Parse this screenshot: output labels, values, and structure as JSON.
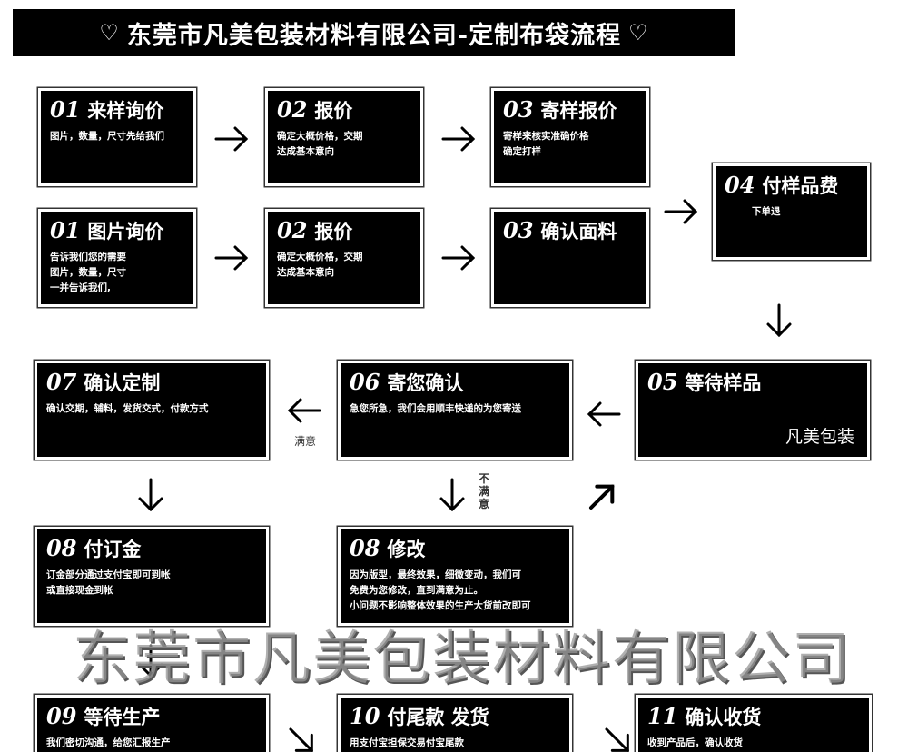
{
  "title": {
    "text": "东莞市凡美包装材料有限公司-定制布袋流程",
    "heart_icon": "♡"
  },
  "steps": {
    "s01a": {
      "num": "01",
      "head": "来样询价",
      "desc": "图片，数量，尺寸先给我们"
    },
    "s02a": {
      "num": "02",
      "head": "报价",
      "desc": "确定大概价格，交期\n达成基本意向"
    },
    "s03a": {
      "num": "03",
      "head": "寄样报价",
      "desc": "寄样来核实准确价格\n确定打样"
    },
    "s01b": {
      "num": "01",
      "head": "图片询价",
      "desc": "告诉我们您的需要\n图片，数量，尺寸\n一并告诉我们,"
    },
    "s02b": {
      "num": "02",
      "head": "报价",
      "desc": "确定大概价格，交期\n达成基本意向"
    },
    "s03b": {
      "num": "03",
      "head": "确认面料",
      "desc": ""
    },
    "s04": {
      "num": "04",
      "head": "付样品费",
      "desc": "下单退"
    },
    "s05": {
      "num": "05",
      "head": "等待样品",
      "desc": "",
      "brand": "凡美包装"
    },
    "s06": {
      "num": "06",
      "head": "寄您确认",
      "desc": "急您所急，我们会用顺丰快递的为您寄送"
    },
    "s07": {
      "num": "07",
      "head": "确认定制",
      "desc": "确认交期，辅料，发货交式，付款方式"
    },
    "s08a": {
      "num": "08",
      "head": "付订金",
      "desc": "订金部分通过支付宝即可到帐\n或直接现金到帐"
    },
    "s08b": {
      "num": "08",
      "head": "修改",
      "desc": "因为版型，最终效果，细微变动，我们可\n免费为您修改，直到满意为止。\n小问题不影响整体效果的生产大货前改即可"
    },
    "s09": {
      "num": "09",
      "head": "等待生产",
      "desc": "我们密切沟通，给您汇报生产"
    },
    "s10": {
      "num": "10",
      "head": "付尾款 发货",
      "desc": "用支付宝担保交易付宝尾款"
    },
    "s11": {
      "num": "11",
      "head": "确认收货",
      "desc": "收到产品后，确认收货"
    }
  },
  "labels": {
    "satisfied": "满意",
    "unsatisfied": "不满意"
  },
  "watermark": "东莞市凡美包装材料有限公司"
}
